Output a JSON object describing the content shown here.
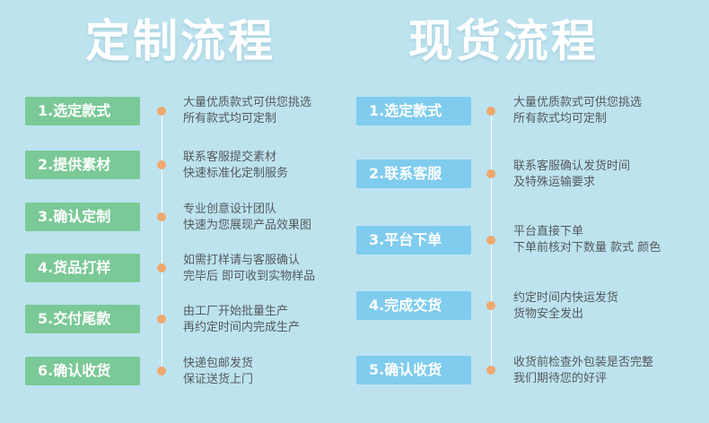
{
  "left": {
    "title": "定制流程",
    "steps": [
      {
        "label": "1.选定款式",
        "line1": "大量优质款式可供您挑选",
        "line2": "所有款式均可定制"
      },
      {
        "label": "2.提供素材",
        "line1": "联系客服提交素材",
        "line2": "快速标准化定制服务"
      },
      {
        "label": "3.确认定制",
        "line1": "专业创意设计团队",
        "line2": "快速为您展现产品效果图"
      },
      {
        "label": "4.货品打样",
        "line1": "如需打样请与客服确认",
        "line2": "完毕后 即可收到实物样品"
      },
      {
        "label": "5.交付尾款",
        "line1": "由工厂开始批量生产",
        "line2": "再约定时间内完成生产"
      },
      {
        "label": "6.确认收货",
        "line1": "快递包邮发货",
        "line2": "保证送货上门"
      }
    ]
  },
  "right": {
    "title": "现货流程",
    "steps": [
      {
        "label": "1.选定款式",
        "line1": "大量优质款式可供您挑选",
        "line2": "所有款式均可定制"
      },
      {
        "label": "2.联系客服",
        "line1": "联系客服确认发货时间",
        "line2": "及特殊运输要求"
      },
      {
        "label": "3.平台下单",
        "line1": "平台直接下单",
        "line2": "下单前核对下数量 款式 颜色"
      },
      {
        "label": "4.完成交货",
        "line1": "约定时间内快运发货",
        "line2": "货物安全发出"
      },
      {
        "label": "5.确认收货",
        "line1": "收货前检查外包装是否完整",
        "line2": "我们期待您的好评"
      }
    ]
  },
  "colors": {
    "background": "#bde3ef",
    "green_pill": "#7ac996",
    "blue_pill": "#7fccef",
    "dot": "#efa86d"
  }
}
